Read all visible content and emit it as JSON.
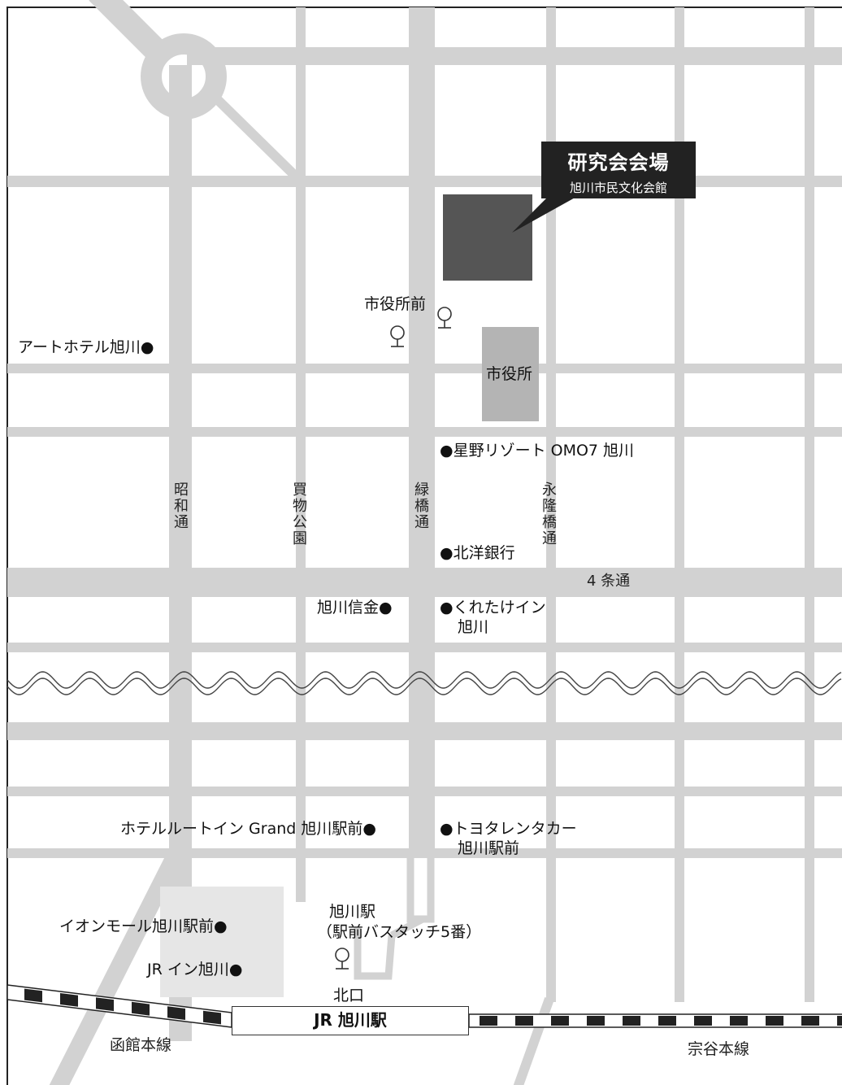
{
  "venue": {
    "title": "研究会会場",
    "subtitle": "旭川市民文化会館"
  },
  "facilities": {
    "city_hall": "市役所"
  },
  "streets": {
    "showa": "昭和通",
    "kaimono": "買物公園",
    "midoribashi": "緑橋通",
    "eiryubashi": "永隆橋通",
    "yonjo": "4 条通"
  },
  "bus_stops": {
    "shiyakusho_mae": "市役所前",
    "station_line1": "旭川駅",
    "station_line2": "（駅前バスタッチ5番）"
  },
  "landmarks": {
    "art_hotel": "アートホテル旭川●",
    "omo7": "●星野リゾート OMO7 旭川",
    "hokuyo_bank": "●北洋銀行",
    "asahikawa_shinkin": "旭川信金●",
    "kuretake_line1": "●くれたけイン",
    "kuretake_line2": "旭川",
    "route_inn": "ホテルルートイン Grand 旭川駅前●",
    "toyota_line1": "●トヨタレンタカー",
    "toyota_line2": "旭川駅前",
    "aeon_mall": "イオンモール旭川駅前●",
    "jr_inn": "JR イン旭川●"
  },
  "station": {
    "name": "JR 旭川駅",
    "exit": "北口"
  },
  "rail_lines": {
    "west": "函館本線",
    "east": "宗谷本線"
  },
  "colors": {
    "road": "#d2d2d2",
    "venue": "#555555",
    "city_hall": "#b4b4b4",
    "mall": "#e6e6e6",
    "callout": "#222222"
  }
}
